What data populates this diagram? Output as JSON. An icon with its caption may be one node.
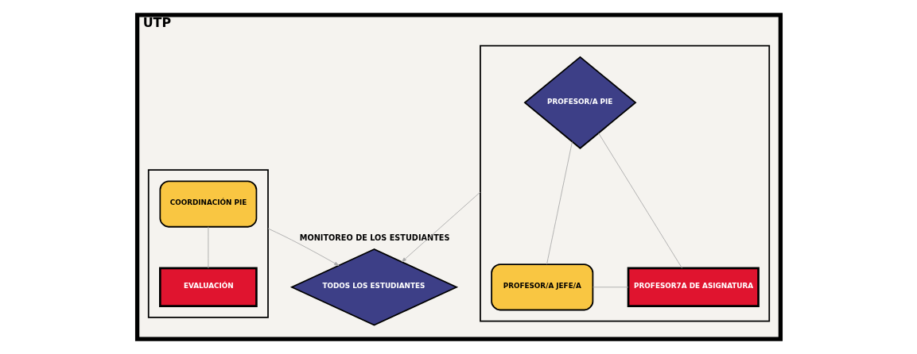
{
  "diagram": {
    "nodes": [
      {
        "text": [
          "UTP"
        ]
      },
      {
        "text": [],
        "shape": "box",
        "in": 0
      },
      {
        "text": [
          "PROFESOR/A PIE"
        ],
        "in": 1
      },
      {
        "text": [
          "PROFESOR/A JEFE/A"
        ],
        "in": 1
      },
      {
        "text": [
          "PROFESOR7A DE ASIGNATURA"
        ],
        "in": 1
      },
      {
        "text": [
          "TODOS LOS ESTUDIANTES"
        ],
        "beside": [
          "MONITOREO DE LOS ESTUDIANTES"
        ],
        "in": 0
      },
      {
        "text": [],
        "shape": "box",
        "in": 0
      },
      {
        "text": [
          "COORDINACIÓN PIE"
        ],
        "in": 6
      },
      {
        "text": [
          "EVALUACIÓN"
        ],
        "in": 6
      }
    ],
    "edges": [
      {
        "from": 2,
        "to": 3,
        "arrow": "none"
      },
      {
        "from": 2,
        "to": 4,
        "arrow": "none"
      },
      {
        "from": 3,
        "to": 4,
        "arrow": "none"
      },
      {
        "from": 1,
        "to": 5,
        "arrow": "to"
      },
      {
        "from": 6,
        "to": 5,
        "arrow": "to"
      },
      {
        "from": 7,
        "to": 8,
        "arrow": "none"
      }
    ]
  }
}
